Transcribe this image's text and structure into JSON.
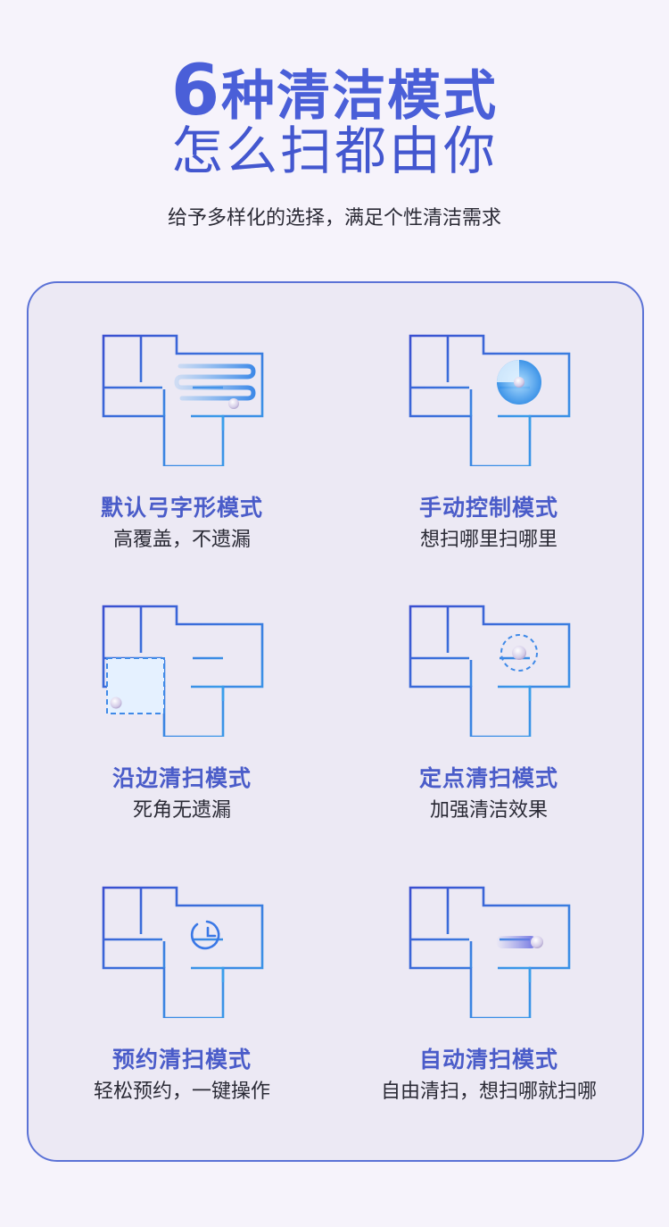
{
  "header": {
    "title_number": "6",
    "title_text": "种清洁模式",
    "subtitle": "怎么扫都由你",
    "tagline": "给予多样化的选择，满足个性清洁需求"
  },
  "modes": [
    {
      "name": "默认弓字形模式",
      "desc": "高覆盖，不遗漏",
      "icon": "zigzag-path-icon"
    },
    {
      "name": "手动控制模式",
      "desc": "想扫哪里扫哪里",
      "icon": "radar-sweep-icon"
    },
    {
      "name": "沿边清扫模式",
      "desc": "死角无遗漏",
      "icon": "edge-path-icon"
    },
    {
      "name": "定点清扫模式",
      "desc": "加强清洁效果",
      "icon": "spot-target-icon"
    },
    {
      "name": "预约清扫模式",
      "desc": "轻松预约，一键操作",
      "icon": "clock-icon"
    },
    {
      "name": "自动清扫模式",
      "desc": "自由清扫，想扫哪就扫哪",
      "icon": "motion-trail-icon"
    }
  ],
  "colors": {
    "accent": "#4a5cc9",
    "panel_border": "#5b72d6",
    "background": "#f6f3fb"
  }
}
